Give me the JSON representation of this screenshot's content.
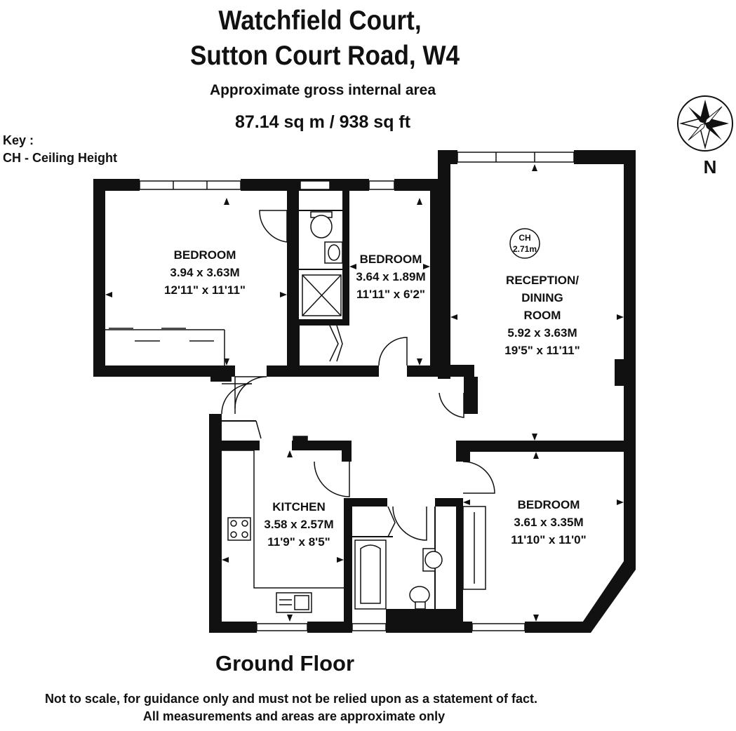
{
  "header": {
    "title_line1": "Watchfield Court,",
    "title_line2": "Sutton Court Road, W4",
    "area_label": "Approximate gross internal area",
    "area_value": "87.14 sq m /  938 sq ft"
  },
  "key": {
    "title": "Key :",
    "line1": "CH - Ceiling Height"
  },
  "compass": {
    "label": "N"
  },
  "ceiling_marker": {
    "code": "CH",
    "height": "2.71m"
  },
  "rooms": [
    {
      "name": "BEDROOM",
      "metric": "3.94 x 3.63M",
      "imperial": "12'11\" x 11'11\""
    },
    {
      "name": "BEDROOM",
      "metric": "3.64 x 1.89M",
      "imperial": "11'11\" x 6'2\""
    },
    {
      "name_line1": "RECEPTION/",
      "name_line2": "DINING",
      "name_line3": "ROOM",
      "metric": "5.92 x 3.63M",
      "imperial": "19'5\" x 11'11\""
    },
    {
      "name": "KITCHEN",
      "metric": "3.58 x 2.57M",
      "imperial": "11'9\" x 8'5\""
    },
    {
      "name": "BEDROOM",
      "metric": "3.61 x 3.35M",
      "imperial": "11'10\" x 11'0\""
    }
  ],
  "footer": {
    "floor_name": "Ground Floor",
    "disclaimer_line1": "Not to scale, for guidance only and must not be relied upon as a statement of fact.",
    "disclaimer_line2": "All measurements and areas are approximate only"
  }
}
